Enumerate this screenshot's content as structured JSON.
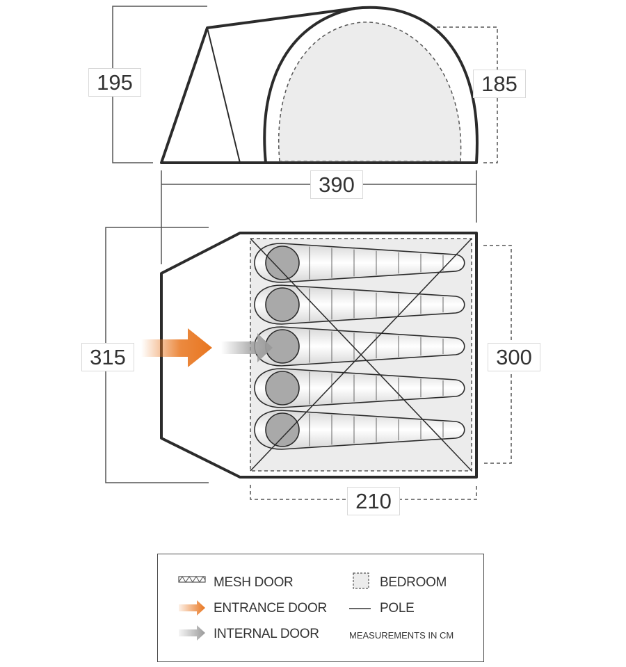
{
  "dimensions": {
    "height_front": "195",
    "height_bedroom": "185",
    "length_total": "390",
    "width_total": "315",
    "bedroom_width": "300",
    "bedroom_length": "210"
  },
  "legend": {
    "mesh_door": "MESH DOOR",
    "bedroom": "BEDROOM",
    "entrance_door": "ENTRANCE DOOR",
    "pole": "POLE",
    "internal_door": "INTERNAL DOOR",
    "measurements_note": "MEASUREMENTS IN CM"
  },
  "colors": {
    "outline": "#2b2b2b",
    "bedroom_fill": "#ececec",
    "entrance_arrow": "#e8751e",
    "internal_arrow": "#9a9a9a",
    "head_circle": "#a9a9a9"
  }
}
